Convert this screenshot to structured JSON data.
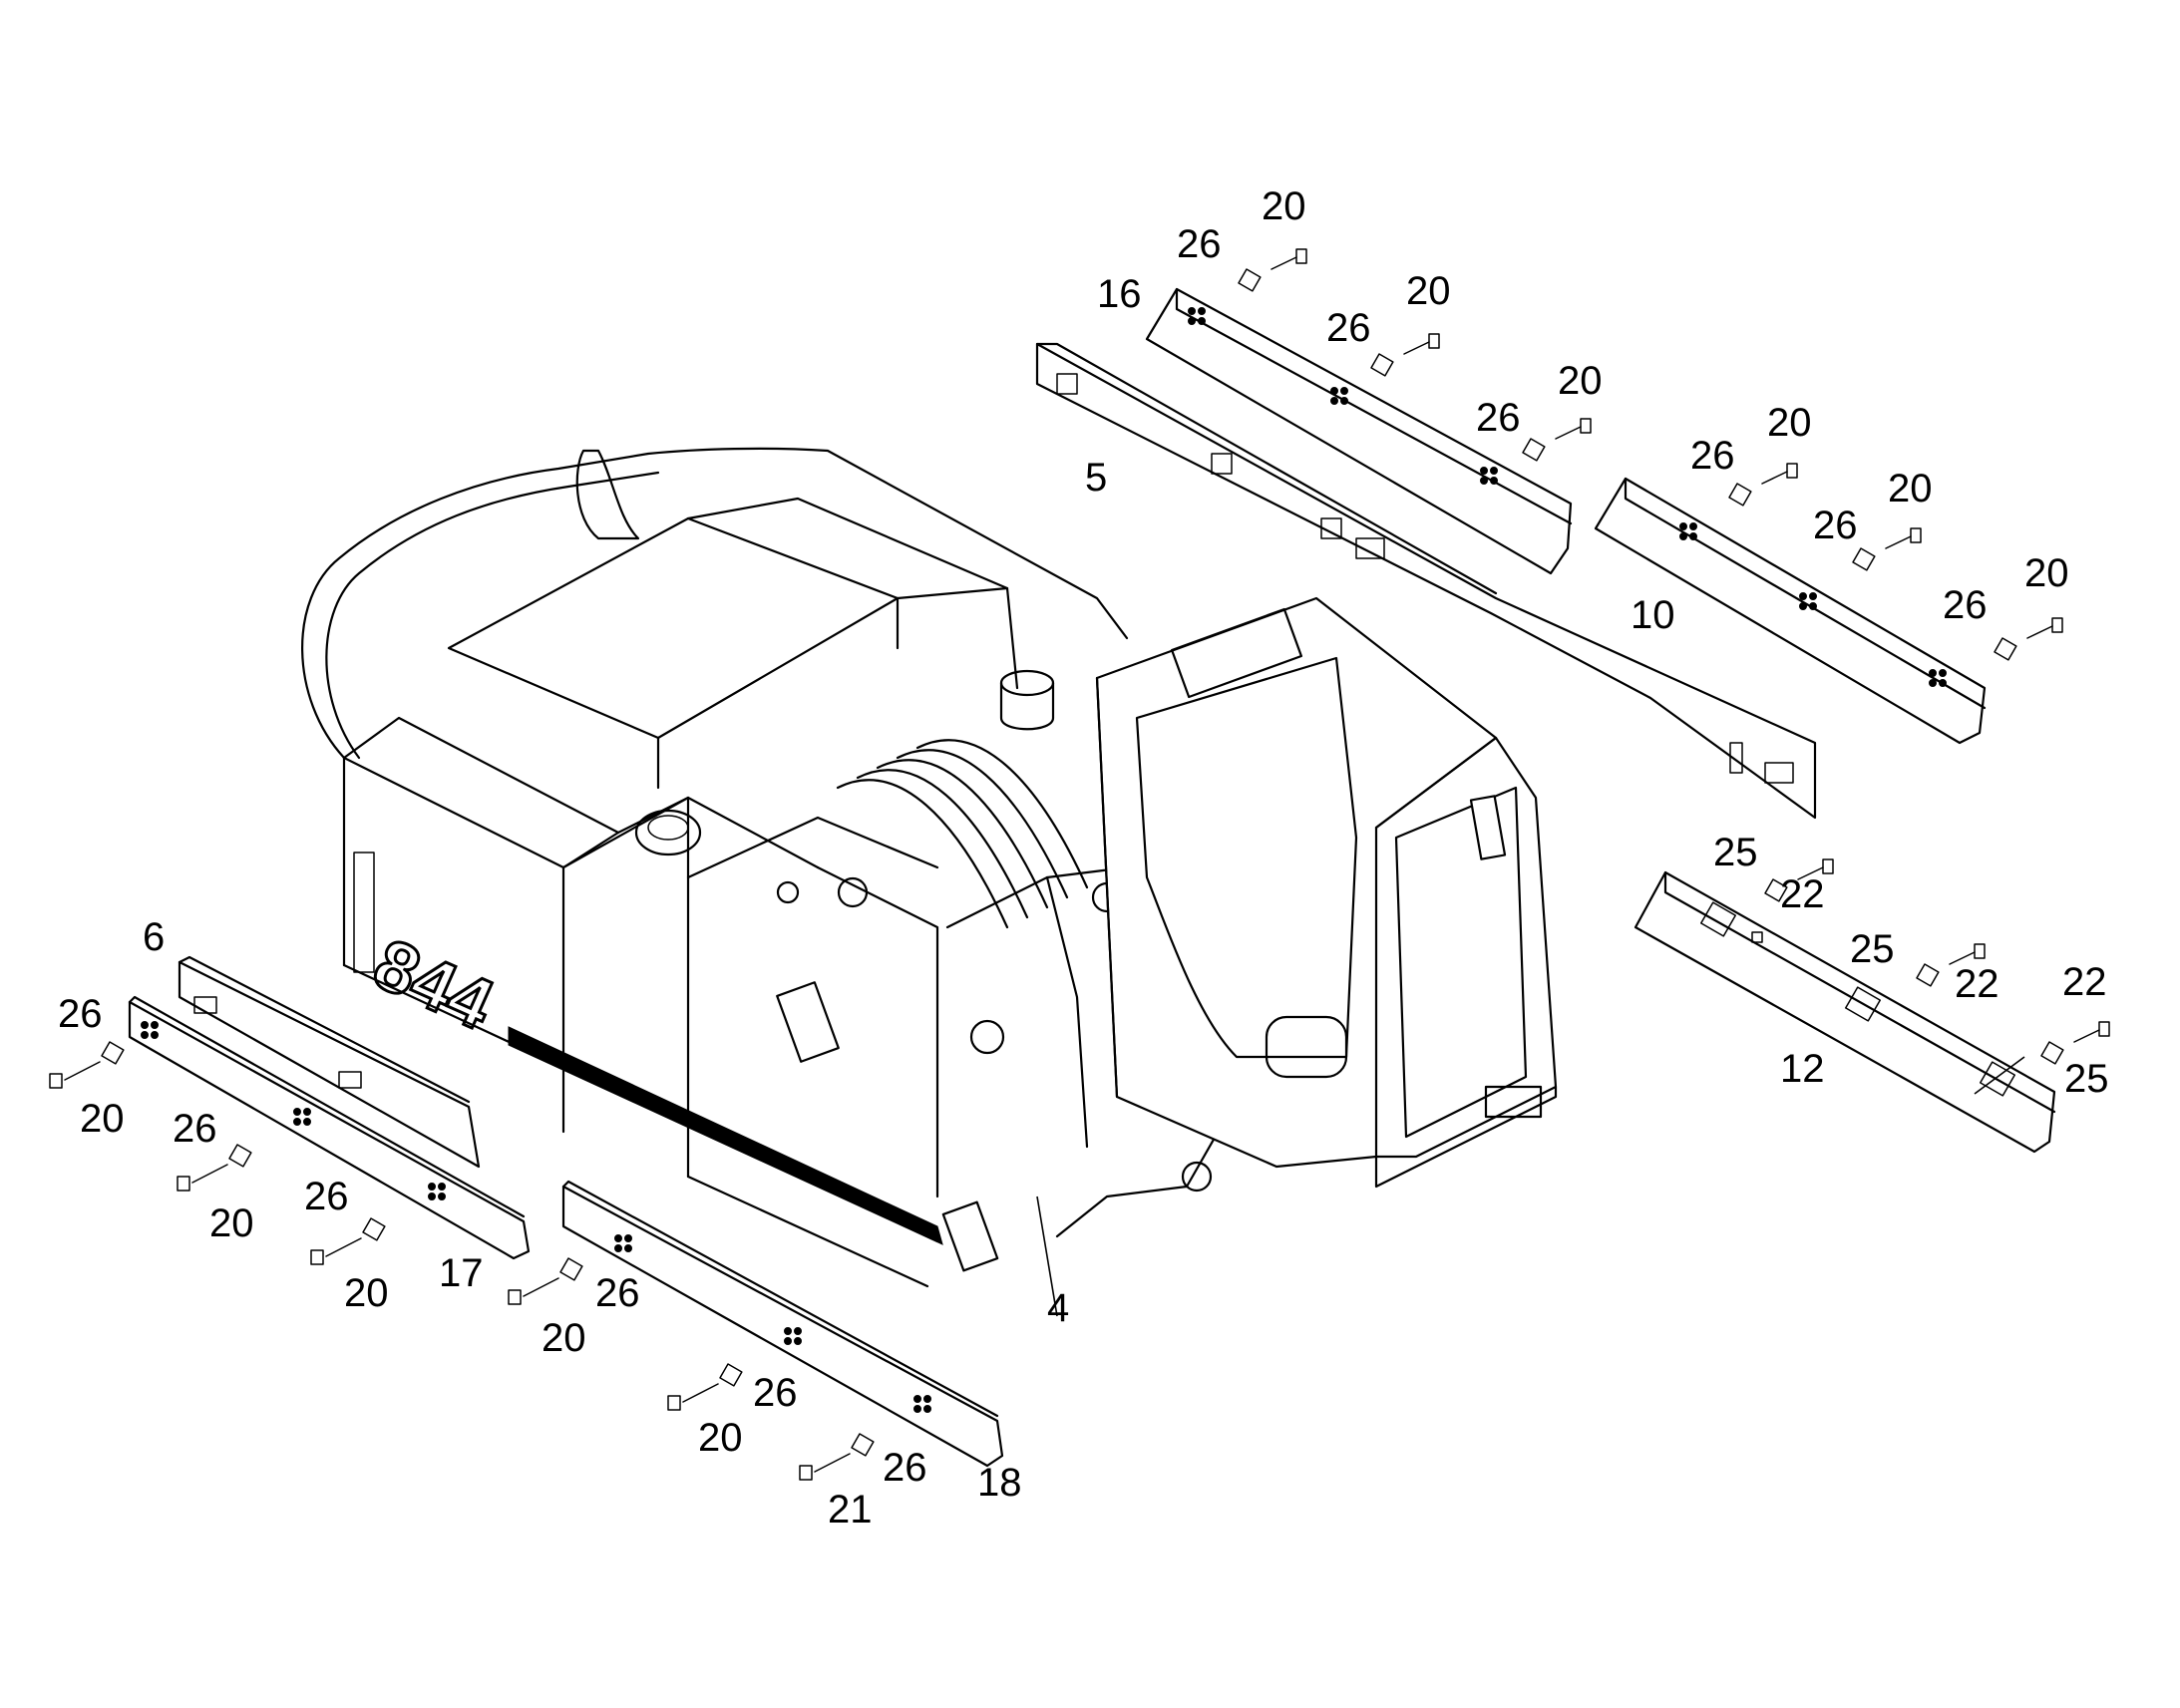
{
  "diagram": {
    "type": "exploded parts drawing",
    "machine_badge": "844",
    "callouts": [
      {
        "id": "c-20-a",
        "text": "20"
      },
      {
        "id": "c-26-a",
        "text": "26"
      },
      {
        "id": "c-16",
        "text": "16"
      },
      {
        "id": "c-20-b",
        "text": "20"
      },
      {
        "id": "c-26-b",
        "text": "26"
      },
      {
        "id": "c-20-c",
        "text": "20"
      },
      {
        "id": "c-26-c",
        "text": "26"
      },
      {
        "id": "c-5",
        "text": "5"
      },
      {
        "id": "c-20-d",
        "text": "20"
      },
      {
        "id": "c-26-d",
        "text": "26"
      },
      {
        "id": "c-20-e",
        "text": "20"
      },
      {
        "id": "c-26-e",
        "text": "26"
      },
      {
        "id": "c-20-f",
        "text": "20"
      },
      {
        "id": "c-26-f",
        "text": "26"
      },
      {
        "id": "c-10",
        "text": "10"
      },
      {
        "id": "c-25-a",
        "text": "25"
      },
      {
        "id": "c-22-a",
        "text": "22"
      },
      {
        "id": "c-25-b",
        "text": "25"
      },
      {
        "id": "c-22-b",
        "text": "22"
      },
      {
        "id": "c-22-c",
        "text": "22"
      },
      {
        "id": "c-12",
        "text": "12"
      },
      {
        "id": "c-25-c",
        "text": "25"
      },
      {
        "id": "c-6",
        "text": "6"
      },
      {
        "id": "c-26-g",
        "text": "26"
      },
      {
        "id": "c-20-g",
        "text": "20"
      },
      {
        "id": "c-26-h",
        "text": "26"
      },
      {
        "id": "c-20-h",
        "text": "20"
      },
      {
        "id": "c-26-i",
        "text": "26"
      },
      {
        "id": "c-20-i",
        "text": "20"
      },
      {
        "id": "c-17",
        "text": "17"
      },
      {
        "id": "c-26-j",
        "text": "26"
      },
      {
        "id": "c-20-j",
        "text": "20"
      },
      {
        "id": "c-4",
        "text": "4"
      },
      {
        "id": "c-26-k",
        "text": "26"
      },
      {
        "id": "c-20-k",
        "text": "20"
      },
      {
        "id": "c-26-l",
        "text": "26"
      },
      {
        "id": "c-21",
        "text": "21"
      },
      {
        "id": "c-18",
        "text": "18"
      }
    ]
  }
}
